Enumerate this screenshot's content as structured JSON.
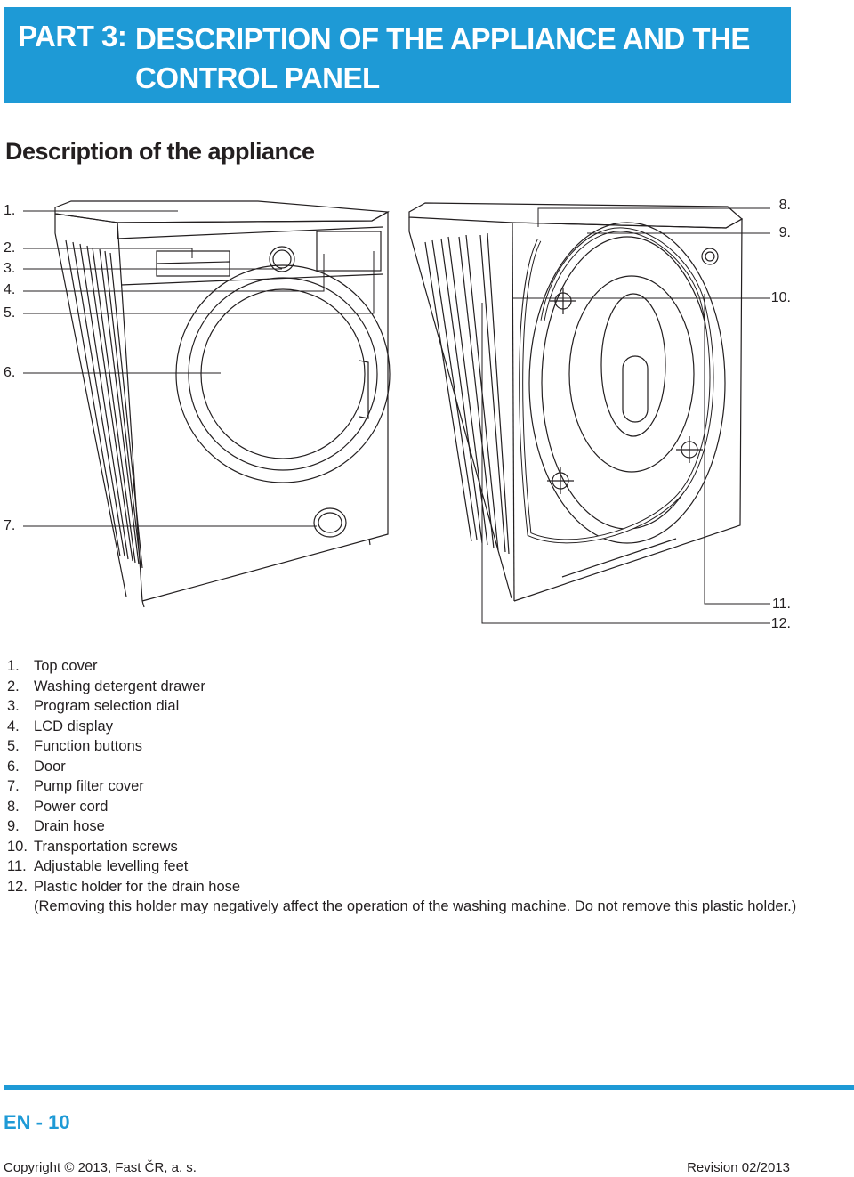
{
  "header": {
    "part": "PART 3:",
    "title": "DESCRIPTION OF THE APPLIANCE AND THE CONTROL PANEL"
  },
  "section_heading": "Description of the appliance",
  "callouts": {
    "c1": "1.",
    "c2": "2.",
    "c3": "3.",
    "c4": "4.",
    "c5": "5.",
    "c6": "6.",
    "c7": "7.",
    "c8": "8.",
    "c9": "9.",
    "c10": "10.",
    "c11": "11.",
    "c12": "12."
  },
  "parts": [
    {
      "num": "1.",
      "label": "Top cover"
    },
    {
      "num": "2.",
      "label": "Washing detergent drawer"
    },
    {
      "num": "3.",
      "label": "Program selection dial"
    },
    {
      "num": "4.",
      "label": "LCD display"
    },
    {
      "num": "5.",
      "label": "Function buttons"
    },
    {
      "num": "6.",
      "label": "Door"
    },
    {
      "num": "7.",
      "label": "Pump filter cover"
    },
    {
      "num": "8.",
      "label": "Power cord"
    },
    {
      "num": "9.",
      "label": "Drain hose"
    },
    {
      "num": "10.",
      "label": "Transportation screws"
    },
    {
      "num": "11.",
      "label": "Adjustable levelling feet"
    },
    {
      "num": "12.",
      "label": "Plastic holder for the drain hose"
    },
    {
      "num": "",
      "label": "(Removing this holder may negatively affect the operation of the washing machine. Do not remove this plastic holder.)"
    }
  ],
  "footer": {
    "page": "EN - 10",
    "copyright": "Copyright © 2013, Fast ČR, a. s.",
    "revision_label": "Revision",
    "revision_value": "02/2013"
  },
  "colors": {
    "accent": "#1e9ad6",
    "text": "#231f20"
  }
}
